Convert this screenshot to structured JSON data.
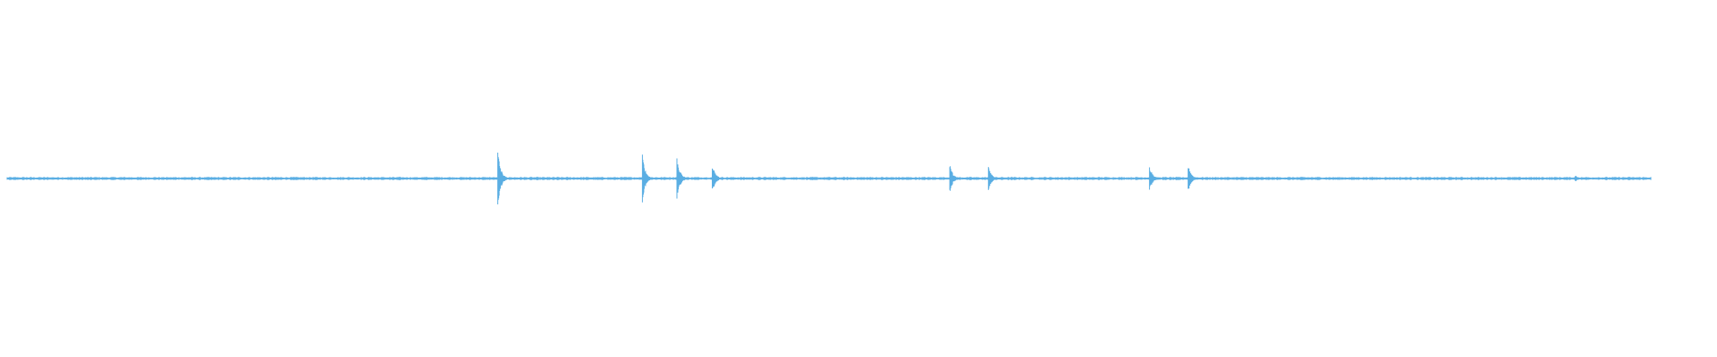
{
  "waveform": {
    "color": "#5aaee3",
    "background": "#ffffff",
    "duration_fraction_end": 1.0,
    "baseline_noise": 0.03,
    "transients": [
      {
        "time": 0.2985,
        "amplitude": 0.55
      },
      {
        "time": 0.3865,
        "amplitude": 0.45
      },
      {
        "time": 0.4075,
        "amplitude": 0.42
      },
      {
        "time": 0.429,
        "amplitude": 0.3
      },
      {
        "time": 0.5735,
        "amplitude": 0.28
      },
      {
        "time": 0.597,
        "amplitude": 0.26
      },
      {
        "time": 0.695,
        "amplitude": 0.26
      },
      {
        "time": 0.7185,
        "amplitude": 0.26
      },
      {
        "time": 0.954,
        "amplitude": 0.07
      }
    ]
  }
}
